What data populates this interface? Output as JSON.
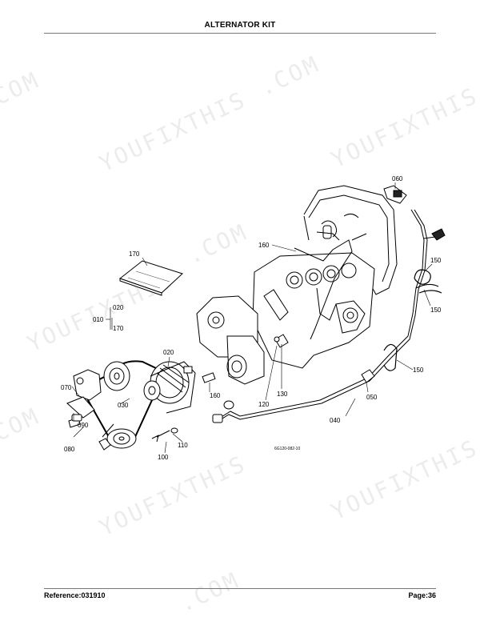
{
  "header": {
    "title": "ALTERNATOR KIT"
  },
  "footer": {
    "reference": "Reference:031910",
    "page": "Page:36"
  },
  "watermark": {
    "text": "YOUFIXTHIS",
    "suffix": ".COM",
    "color": "#ececec"
  },
  "diagram": {
    "figure_code": "6G120-082-10",
    "callouts": {
      "p010": "010",
      "p020": "020",
      "p020b": "020",
      "p030": "030",
      "p040": "040",
      "p050": "050",
      "p060": "060",
      "p070": "070",
      "p080": "080",
      "p090": "090",
      "p100": "100",
      "p110": "110",
      "p120": "120",
      "p130": "130",
      "p150a": "150",
      "p150b": "150",
      "p150c": "150",
      "p160": "160",
      "p160b": "160",
      "p170": "170",
      "p170b": "170"
    }
  }
}
